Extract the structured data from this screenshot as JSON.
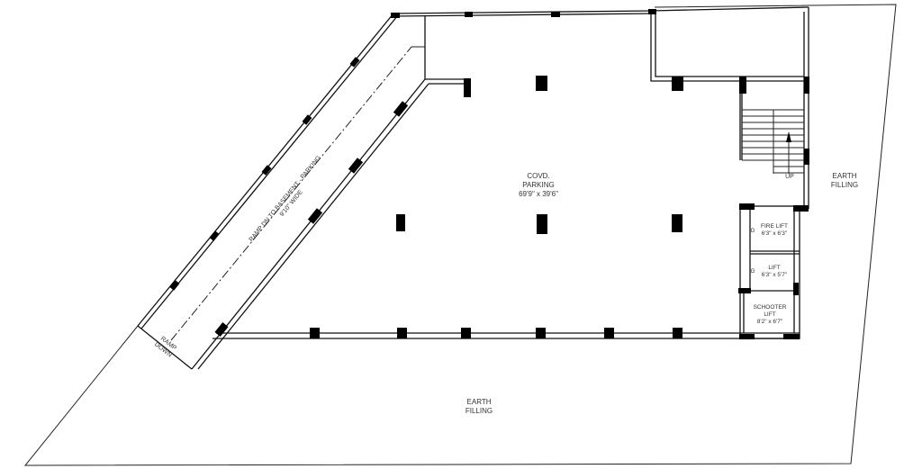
{
  "parking": {
    "line1": "COVD.",
    "line2": "PARKING",
    "dims": "69'9\" x 39'6\""
  },
  "ramp": {
    "label": "RAMP DN TO BASEMENT - PARKING",
    "width": "9'10\" WIDE",
    "end_line1": "RAMP",
    "end_line2": "DOWN"
  },
  "stair": {
    "up": "UP"
  },
  "fire_lift": {
    "name": "FIRE LIFT",
    "dims": "6'3\" x 6'3\"",
    "door": "G"
  },
  "lift": {
    "name": "LIFT",
    "dims": "6'3\" x 5'7\"",
    "door": "G"
  },
  "schooter_lift": {
    "line1": "SCHOOTER",
    "line2": "LIFT",
    "dims": "8'2\" x 6'7\""
  },
  "earth_right": {
    "line1": "EARTH",
    "line2": "FILLING"
  },
  "earth_bottom": {
    "line1": "EARTH",
    "line2": "FILLING"
  }
}
